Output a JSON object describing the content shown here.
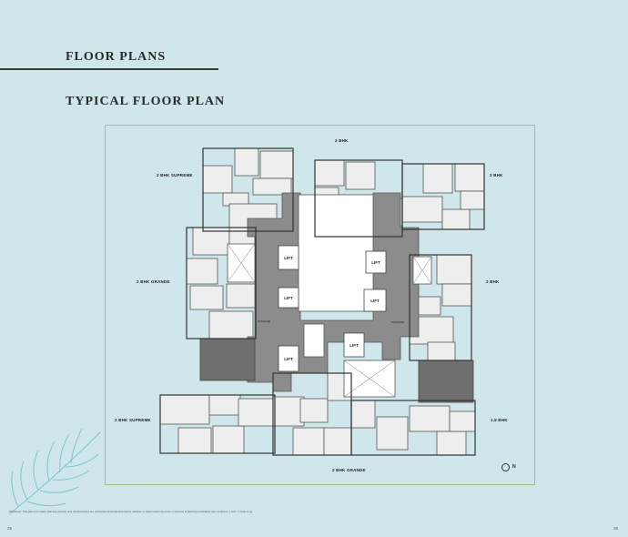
{
  "header": {
    "section_title": "FLOOR PLANS",
    "sub_title": "TYPICAL FLOOR PLAN"
  },
  "plan": {
    "unit_labels": {
      "top_center": "2 BHK",
      "top_left": "2 BHK SUPREME",
      "top_right": "2 BHK",
      "mid_left": "2 BHK GRANDE",
      "mid_right": "2 BHK",
      "bottom_left": "2 BHK SUPREME",
      "bottom_right": "1.5 BHK",
      "bottom_center": "2 BHK GRANDE"
    },
    "lift_labels": [
      "LIFT",
      "LIFT",
      "LIFT",
      "LIFT",
      "LIFT",
      "LIFT"
    ],
    "lobby_labels": [
      "PASSAGE",
      "PASSAGE"
    ],
    "compass_label": "N"
  },
  "footer": {
    "disclaimer": "Disclaimer: This plan is for space planning purpose only. All dimensions are unfinished structural dimensions, variation in carpet area may occur on account of planning constraints/ site conditions. 1 Unit = 1 Feet Long",
    "page_left": "25",
    "page_right": "26"
  },
  "colors": {
    "background": "#cfe6ea",
    "frame": "#9fc48a",
    "core": "#8c8c8c",
    "rooms": "#eeeeee",
    "walls": "#555555"
  }
}
